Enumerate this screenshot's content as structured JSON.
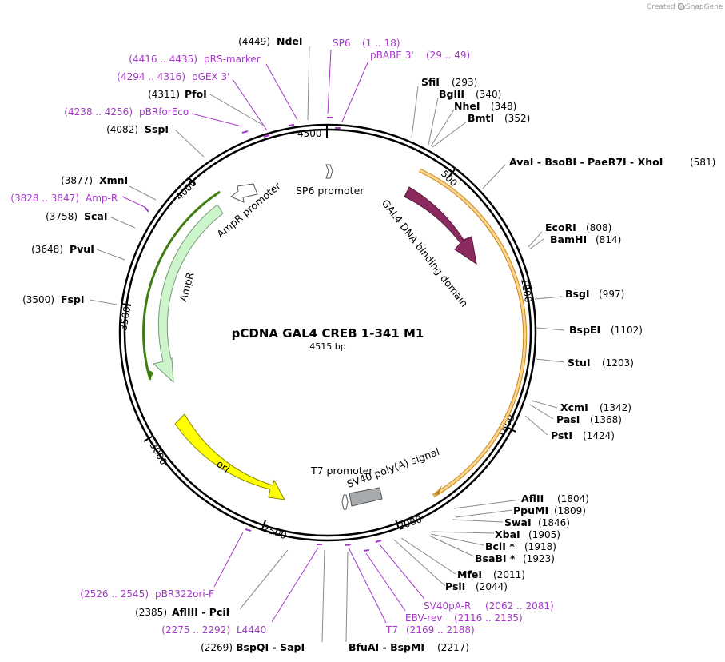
{
  "branding": {
    "created_by": "Created by",
    "app": "SnapGene"
  },
  "plasmid": {
    "name": "pCDNA GAL4 CREB 1-341 M1",
    "size_label": "4515 bp",
    "length": 4515
  },
  "tick_labels": [
    "500",
    "1000",
    "1500",
    "2000",
    "2500",
    "3000",
    "3500",
    "4000",
    "4500"
  ],
  "features": [
    {
      "id": "sp6-promoter",
      "label": "SP6 promoter",
      "color": "#ffffff"
    },
    {
      "id": "gal4-dbd",
      "label": "GAL4 DNA binding domain",
      "color": "#8b2a5e"
    },
    {
      "id": "creb-orf",
      "label": "",
      "color": "#fbd38d"
    },
    {
      "id": "ampr-promoter",
      "label": "AmpR promoter",
      "color": "#ffffff"
    },
    {
      "id": "ampr",
      "label": "AmpR",
      "color": "#ccf5cc"
    },
    {
      "id": "ori",
      "label": "ori",
      "color": "#ffff00"
    },
    {
      "id": "t7-promoter",
      "label": "T7 promoter",
      "color": "#ffffff"
    },
    {
      "id": "sv40-polya",
      "label": "SV40 poly(A) signal",
      "color": "#a7aaad"
    }
  ],
  "sites": [
    {
      "name": "NdeI",
      "pos": "(4449)"
    },
    {
      "name": "SfiI",
      "pos": "(293)"
    },
    {
      "name": "BglII",
      "pos": "(340)"
    },
    {
      "name": "NheI",
      "pos": "(348)"
    },
    {
      "name": "BmtI",
      "pos": "(352)"
    },
    {
      "name": "AvaI - BsoBI - PaeR7I - XhoI",
      "pos": "(581)"
    },
    {
      "name": "EcoRI",
      "pos": "(808)"
    },
    {
      "name": "BamHI",
      "pos": "(814)"
    },
    {
      "name": "BsgI",
      "pos": "(997)"
    },
    {
      "name": "BspEI",
      "pos": "(1102)"
    },
    {
      "name": "StuI",
      "pos": "(1203)"
    },
    {
      "name": "XcmI",
      "pos": "(1342)"
    },
    {
      "name": "PasI",
      "pos": "(1368)"
    },
    {
      "name": "PstI",
      "pos": "(1424)"
    },
    {
      "name": "AflII",
      "pos": "(1804)"
    },
    {
      "name": "PpuMI",
      "pos": "(1809)"
    },
    {
      "name": "SwaI",
      "pos": "(1846)"
    },
    {
      "name": "XbaI",
      "pos": "(1905)"
    },
    {
      "name": "BclI *",
      "pos": "(1918)"
    },
    {
      "name": "BsaBI *",
      "pos": "(1923)"
    },
    {
      "name": "MfeI",
      "pos": "(2011)"
    },
    {
      "name": "PsiI",
      "pos": "(2044)"
    },
    {
      "name": "BfuAI - BspMI",
      "pos": "(2217)"
    },
    {
      "name": "BspQI - SapI",
      "pos": "(2269)"
    },
    {
      "name": "AflIII - PciI",
      "pos": "(2385)"
    },
    {
      "name": "FspI",
      "pos": "(3500)"
    },
    {
      "name": "PvuI",
      "pos": "(3648)"
    },
    {
      "name": "ScaI",
      "pos": "(3758)"
    },
    {
      "name": "XmnI",
      "pos": "(3877)"
    },
    {
      "name": "SspI",
      "pos": "(4082)"
    },
    {
      "name": "PfoI",
      "pos": "(4311)"
    }
  ],
  "primers": [
    {
      "name": "SP6",
      "range": "(1 .. 18)"
    },
    {
      "name": "pBABE 3'",
      "range": "(29 .. 49)"
    },
    {
      "name": "pRS-marker",
      "range": "(4416 .. 4435)"
    },
    {
      "name": "pGEX 3'",
      "range": "(4294 .. 4316)"
    },
    {
      "name": "pBRforEco",
      "range": "(4238 .. 4256)"
    },
    {
      "name": "Amp-R",
      "range": "(3828 .. 3847)"
    },
    {
      "name": "pBR322ori-F",
      "range": "(2526 .. 2545)"
    },
    {
      "name": "L4440",
      "range": "(2275 .. 2292)"
    },
    {
      "name": "T7",
      "range": "(2169 .. 2188)"
    },
    {
      "name": "EBV-rev",
      "range": "(2116 .. 2135)"
    },
    {
      "name": "SV40pA-R",
      "range": "(2062 .. 2081)"
    }
  ]
}
